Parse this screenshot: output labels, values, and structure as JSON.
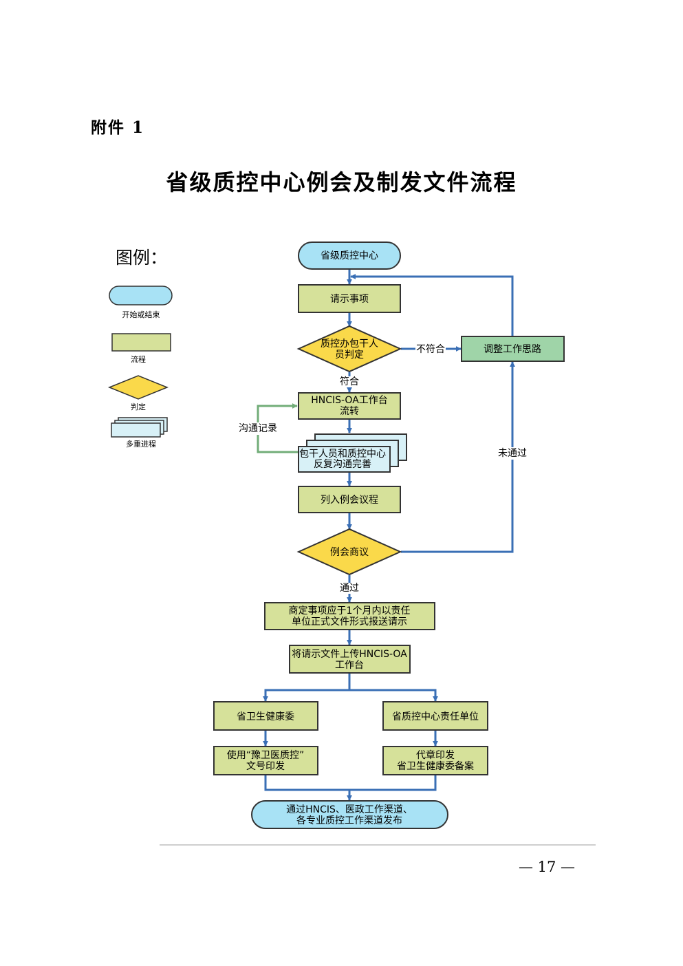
{
  "header": {
    "attachment_label": "附件 1"
  },
  "document": {
    "title": "省级质控中心例会及制发文件流程"
  },
  "legend": {
    "title": "图例：",
    "items": [
      {
        "shape": "terminal",
        "label": "开始或结束"
      },
      {
        "shape": "process",
        "label": "流程"
      },
      {
        "shape": "decision",
        "label": "判定"
      },
      {
        "shape": "multi-process",
        "label": "多重进程"
      }
    ]
  },
  "nodes": {
    "start": "省级质控中心",
    "request": "请示事项",
    "judge": [
      "质控办包干人",
      "员判定"
    ],
    "adjust": "调整工作思路",
    "oa_transfer": [
      "HNCIS-OA工作台",
      "流转"
    ],
    "communicate": [
      "包干人员和质控中心",
      "反复沟通完善"
    ],
    "agenda": "列入例会议程",
    "meeting": "例会商议",
    "formal_request": [
      "商定事项应于1个月内以责任",
      "单位正式文件形式报送请示"
    ],
    "upload": [
      "将请示文件上传HNCIS-OA",
      "工作台"
    ],
    "health_commission": "省卫生健康委",
    "qc_unit": "省质控中心责任单位",
    "issue_number": [
      "使用“豫卫医质控”",
      "文号印发"
    ],
    "proxy_seal": [
      "代章印发",
      "省卫生健康委备案"
    ],
    "publish": [
      "通过HNCIS、医政工作渠道、",
      "各专业质控工作渠道发布"
    ]
  },
  "edge_labels": {
    "not_compliant": "不符合",
    "compliant": "符合",
    "comm_record": "沟通记录",
    "not_passed": "未通过",
    "passed": "通过"
  },
  "colors": {
    "terminal_fill": "#a8e2f5",
    "process_fill": "#d6e19a",
    "decision_fill": "#fad94a",
    "adjust_fill": "#9fd4a8",
    "multi_fill": "#d8f1f7",
    "arrow": "#3a6fb5",
    "comm_arrow": "#72ad78"
  },
  "footer": {
    "page_number": "— 17 —"
  }
}
